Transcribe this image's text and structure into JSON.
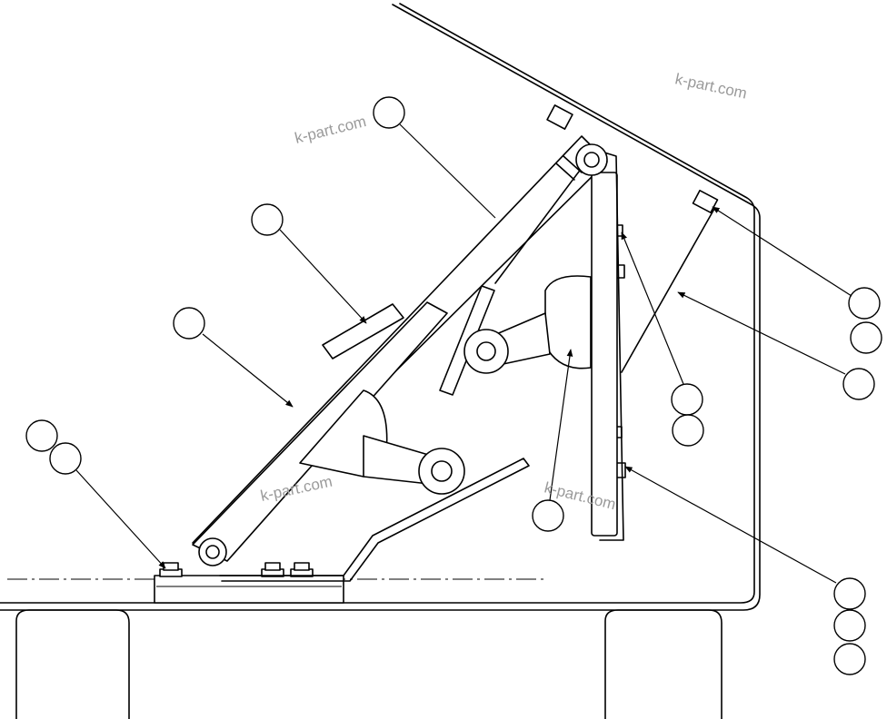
{
  "watermarks": [
    {
      "id": "wm-1",
      "text": "k-part.com"
    },
    {
      "id": "wm-2",
      "text": "k-part.com"
    },
    {
      "id": "wm-3",
      "text": "k-part.com"
    },
    {
      "id": "wm-4",
      "text": "k-part.com"
    }
  ],
  "colors": {
    "line": "#000000",
    "background": "#ffffff",
    "watermark": "#9a9a9a"
  }
}
